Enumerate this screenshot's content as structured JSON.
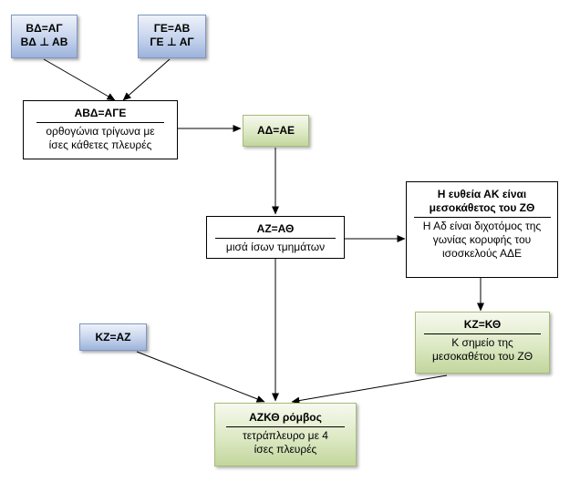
{
  "nodes": {
    "bd_ag": {
      "lines": [
        "ΒΔ=ΑΓ",
        "ΒΔ ⊥ ΑΒ"
      ]
    },
    "ge_ab": {
      "lines": [
        "ΓΕ=ΑΒ",
        "ΓΕ ⊥ ΑΓ"
      ]
    },
    "abd_age": {
      "title": "ΑΒΔ=ΑΓΕ",
      "lines": [
        "ορθογώνια τρίγωνα με",
        "ίσες κάθετες πλευρές"
      ]
    },
    "ad_ae": {
      "title": "ΑΔ=ΑΕ"
    },
    "az_ath": {
      "title": "ΑΖ=ΑΘ",
      "lines": [
        "μισά ίσων τμημάτων"
      ]
    },
    "ak_mesokathetos": {
      "title_lines": [
        "Η ευθεία ΑΚ  είναι",
        "μεσοκάθετος του ΖΘ"
      ],
      "lines": [
        "Η Αδ είναι διχοτόμος της",
        "γωνίας κορυφής του",
        "ισοσκελούς ΑΔΕ"
      ]
    },
    "kz_az": {
      "lines": [
        "ΚΖ=ΑΖ"
      ]
    },
    "kz_kth": {
      "title": "ΚΖ=ΚΘ",
      "lines": [
        "Κ σημείο της",
        "μεσοκαθέτου του ΖΘ"
      ]
    },
    "azkth": {
      "title": "ΑΖΚΘ ρόμβος",
      "lines": [
        "τετράπλευρο με 4",
        "ίσες πλευρές"
      ]
    }
  },
  "colors": {
    "blue_fill": "#c5d3ec",
    "green_fill": "#dde9c4",
    "arrow": "#000000"
  }
}
